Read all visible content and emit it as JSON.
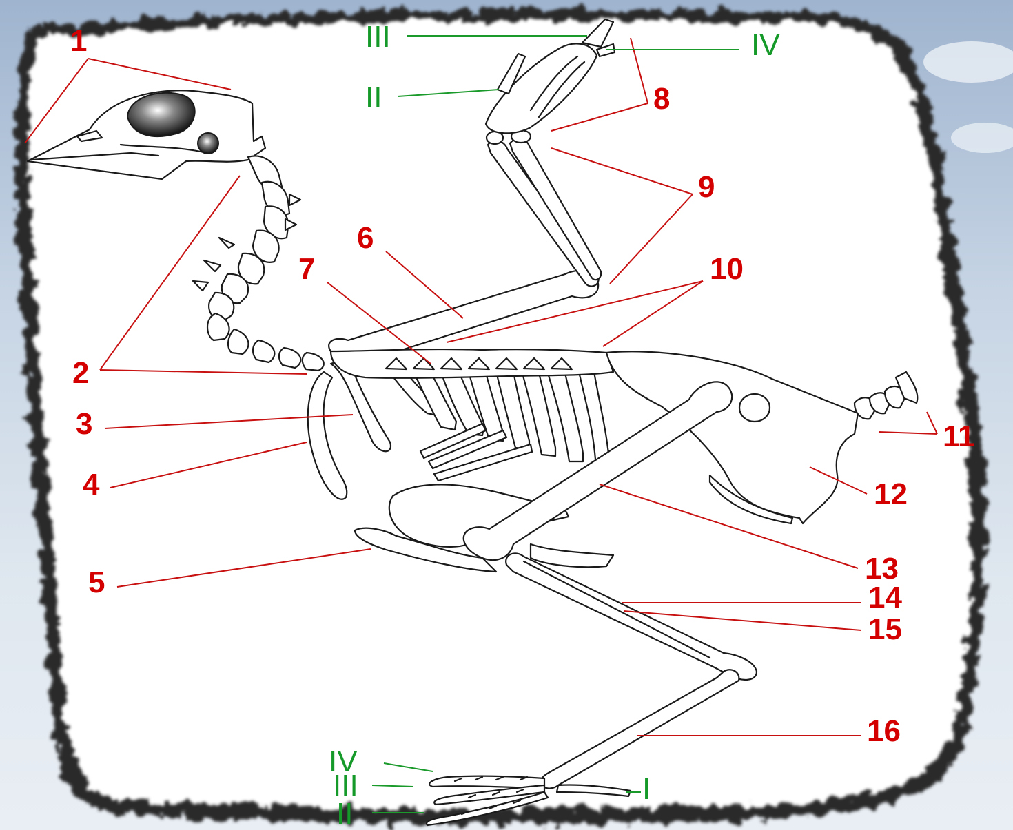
{
  "diagram": {
    "labels": {
      "n1": "1",
      "n2": "2",
      "n3": "3",
      "n4": "4",
      "n5": "5",
      "n6": "6",
      "n7": "7",
      "n8": "8",
      "n9": "9",
      "n10": "10",
      "n11": "11",
      "n12": "12",
      "n13": "13",
      "n14": "14",
      "n15": "15",
      "n16": "16"
    },
    "wing_digits": {
      "d3": "III",
      "d4": "IV",
      "d2": "II"
    },
    "foot_digits": {
      "d4": "IV",
      "d3": "III",
      "d2": "II",
      "d1": "I"
    }
  },
  "colors": {
    "label_red": "#d40000",
    "label_green": "#159a2a",
    "sky": "#c6d4e4",
    "paper": "#ffffff"
  }
}
